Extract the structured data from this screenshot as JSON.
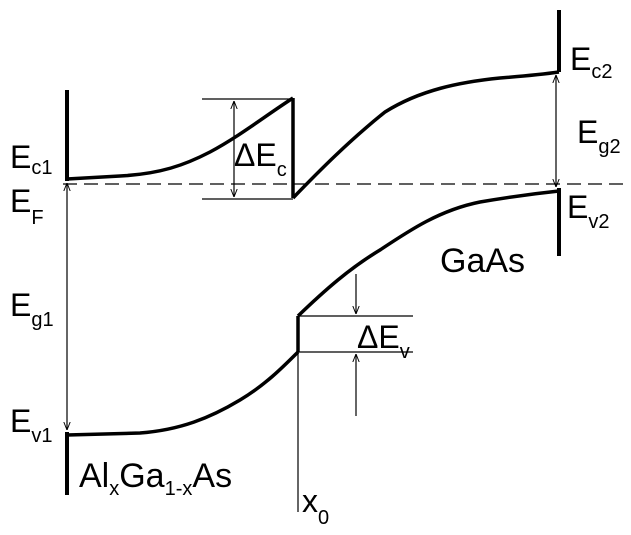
{
  "diagram": {
    "labels": {
      "ec1": {
        "main": "E",
        "sub": "c1"
      },
      "ef": {
        "main": "E",
        "sub": "F"
      },
      "eg1": {
        "main": "E",
        "sub": "g1"
      },
      "ev1": {
        "main": "E",
        "sub": "v1"
      },
      "delta_ec": {
        "main": "ΔE",
        "sub": "c"
      },
      "delta_ev": {
        "main": "ΔE",
        "sub": "v"
      },
      "ec2": {
        "main": "E",
        "sub": "c2"
      },
      "eg2": {
        "main": "E",
        "sub": "g2"
      },
      "ev2": {
        "main": "E",
        "sub": "v2"
      },
      "x0": {
        "main": "x",
        "sub": "0"
      }
    },
    "materials": {
      "left": {
        "p1": "Al",
        "s1": "x",
        "p2": "Ga",
        "s2": "1-x",
        "p3": "As"
      },
      "right": "GaAs"
    },
    "colors": {
      "line": "#000000",
      "background": "#ffffff"
    }
  }
}
